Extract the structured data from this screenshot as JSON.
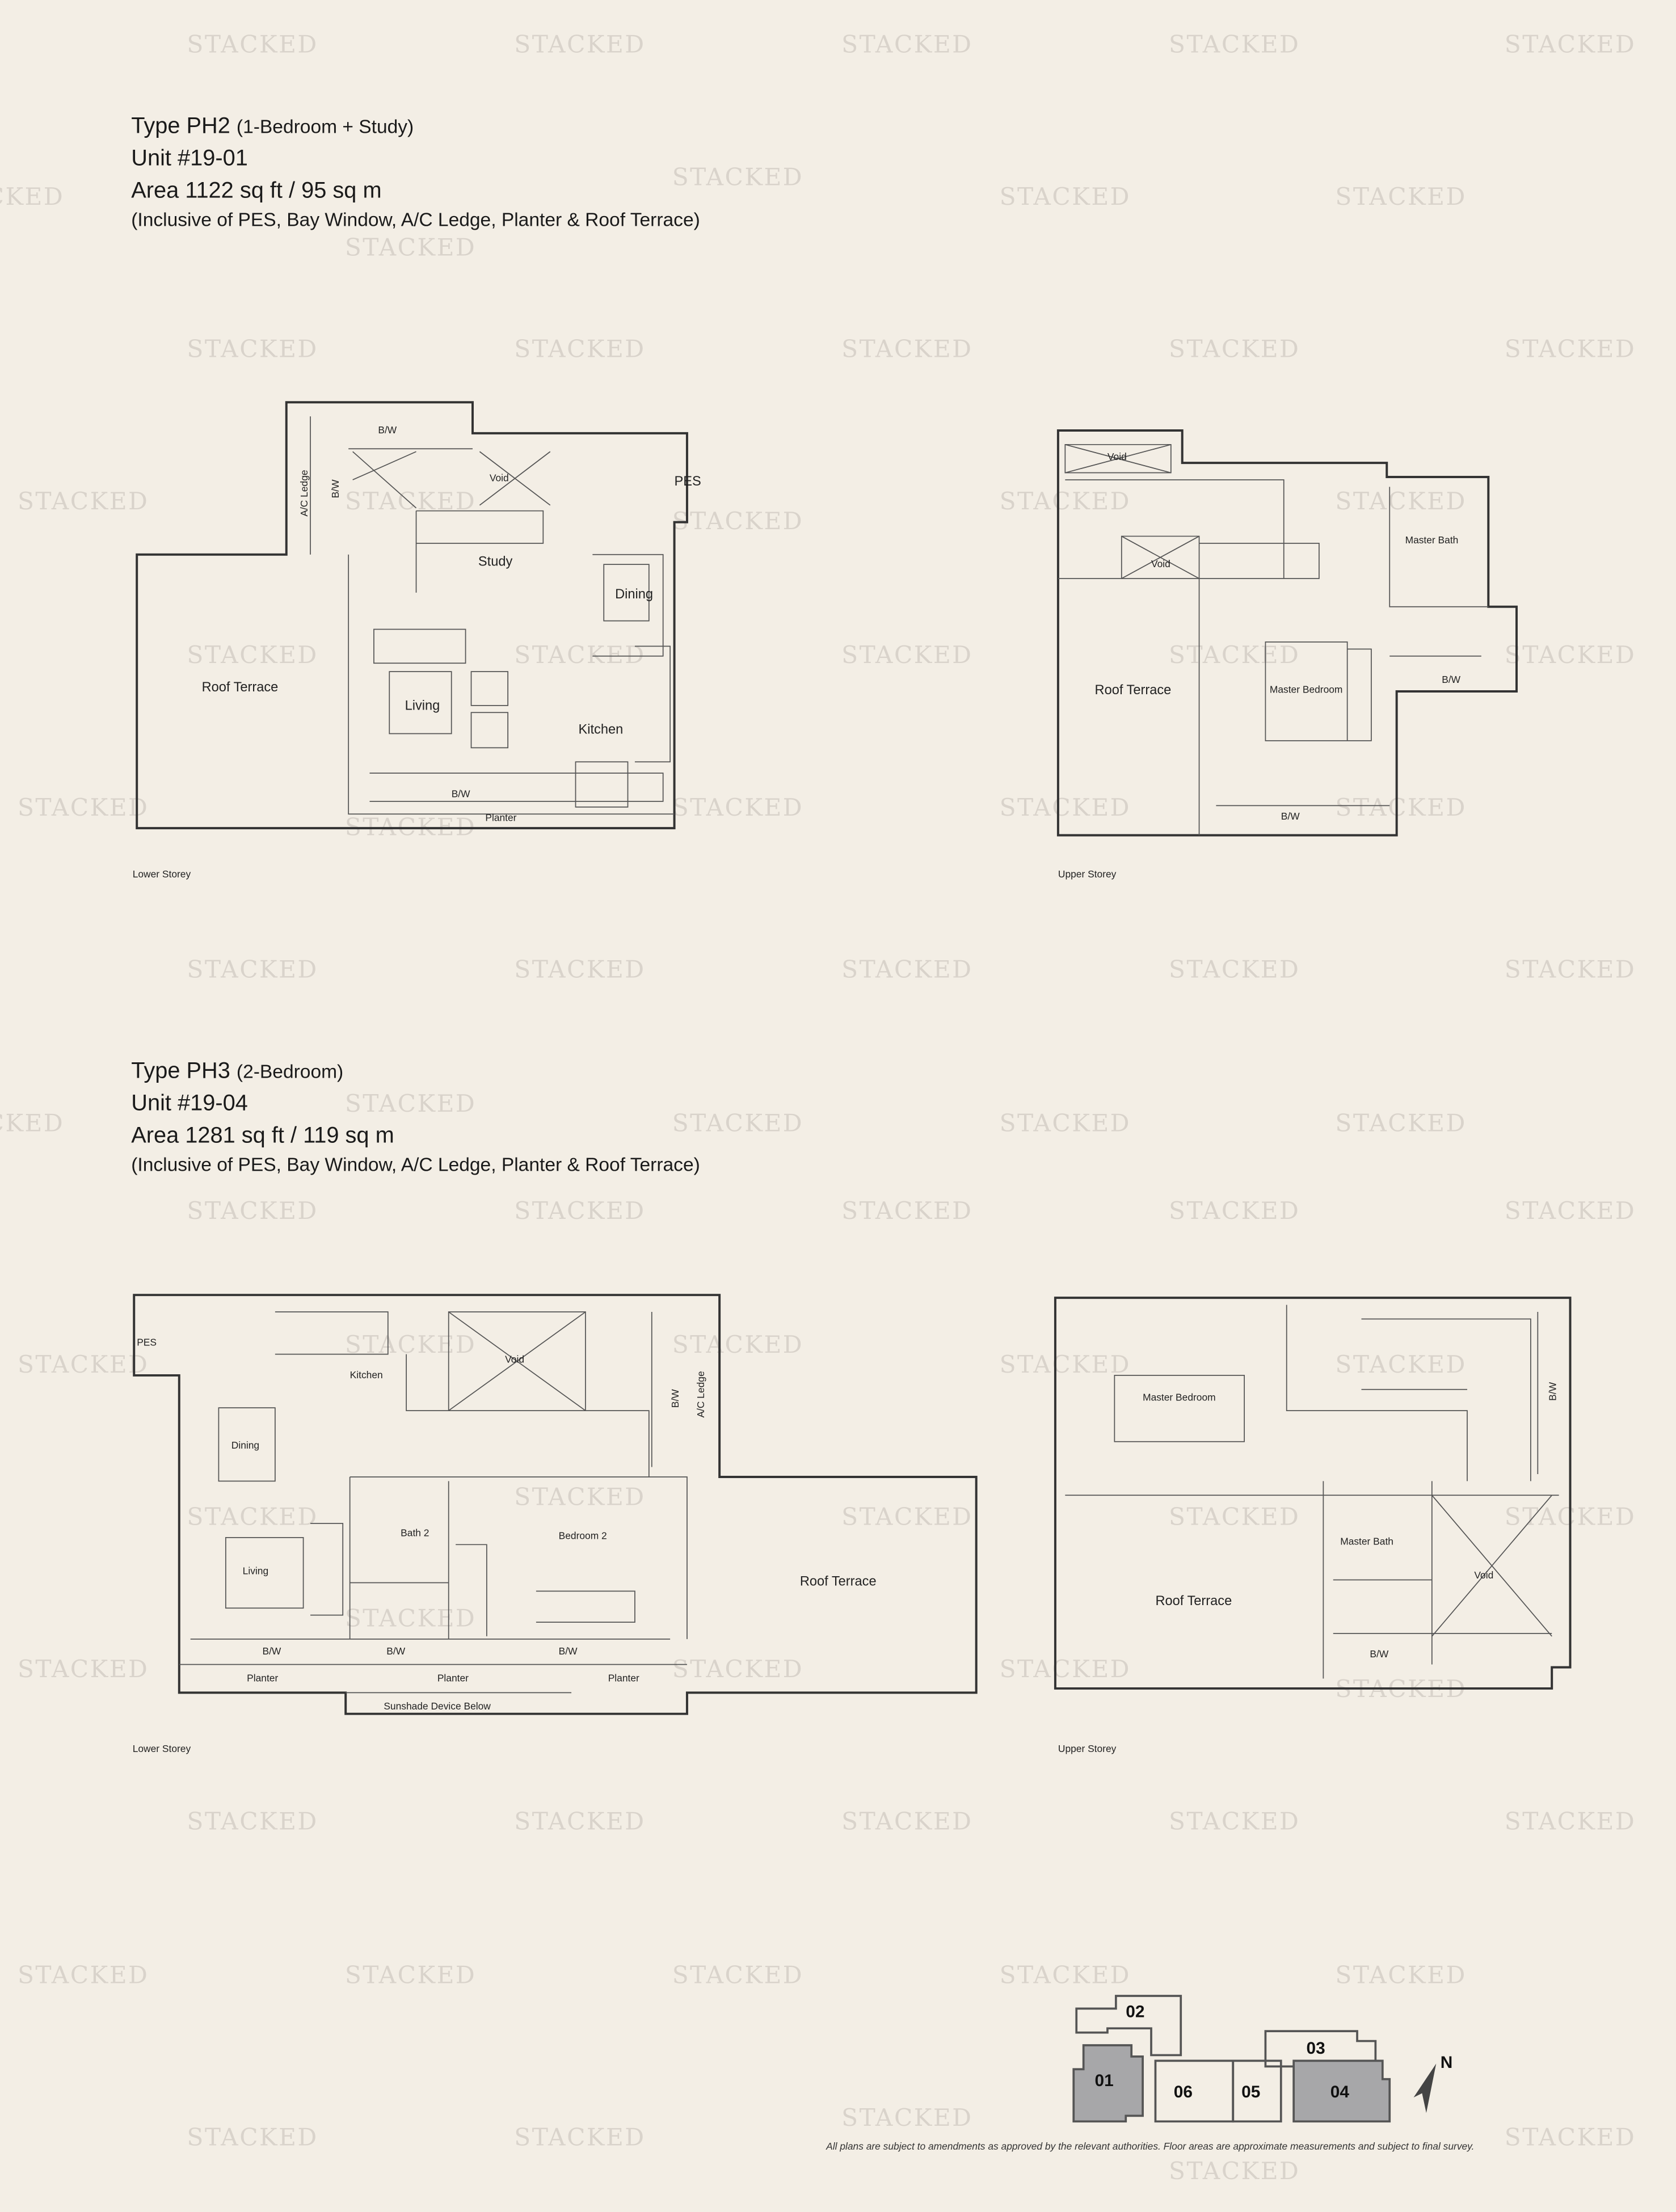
{
  "watermark": "STACKED",
  "ph2": {
    "type": "Type PH2",
    "subtype": "(1-Bedroom + Study)",
    "unit": "Unit  #19-01",
    "area": "Area  1122 sq ft / 95 sq m",
    "inclusive": "(Inclusive of PES, Bay Window, A/C Ledge, Planter & Roof Terrace)",
    "lower": {
      "caption": "Lower Storey",
      "rooms": [
        "B/W",
        "A/C Ledge",
        "B/W",
        "Void",
        "PES",
        "Study",
        "Dining",
        "Roof Terrace",
        "Living",
        "Kitchen",
        "B/W",
        "Planter"
      ]
    },
    "upper": {
      "caption": "Upper Storey",
      "rooms": [
        "Void",
        "Void",
        "Master Bath",
        "Roof Terrace",
        "Master Bedroom",
        "B/W",
        "B/W"
      ]
    }
  },
  "ph3": {
    "type": "Type PH3",
    "subtype": "(2-Bedroom)",
    "unit": "Unit  #19-04",
    "area": "Area  1281 sq ft / 119 sq m",
    "inclusive": "(Inclusive of PES, Bay Window, A/C Ledge, Planter & Roof Terrace)",
    "lower": {
      "caption": "Lower Storey",
      "rooms": [
        "PES",
        "Kitchen",
        "Void",
        "B/W",
        "A/C Ledge",
        "Dining",
        "Bath 2",
        "Bedroom 2",
        "Living",
        "Roof Terrace",
        "B/W",
        "B/W",
        "B/W",
        "Planter",
        "Planter",
        "Planter",
        "Sunshade Device Below"
      ]
    },
    "upper": {
      "caption": "Upper Storey",
      "rooms": [
        "Master Bedroom",
        "B/W",
        "Master Bath",
        "Void",
        "Roof Terrace",
        "B/W"
      ]
    }
  },
  "keyplan": {
    "units": [
      "02",
      "03",
      "01",
      "06",
      "05",
      "04"
    ],
    "highlighted": [
      "01",
      "04"
    ],
    "highlight_color": "#a7a7a9",
    "north": "N"
  },
  "disclaimer": "All plans are subject to amendments as approved by the relevant authorities. Floor areas are approximate measurements and subject to final survey."
}
